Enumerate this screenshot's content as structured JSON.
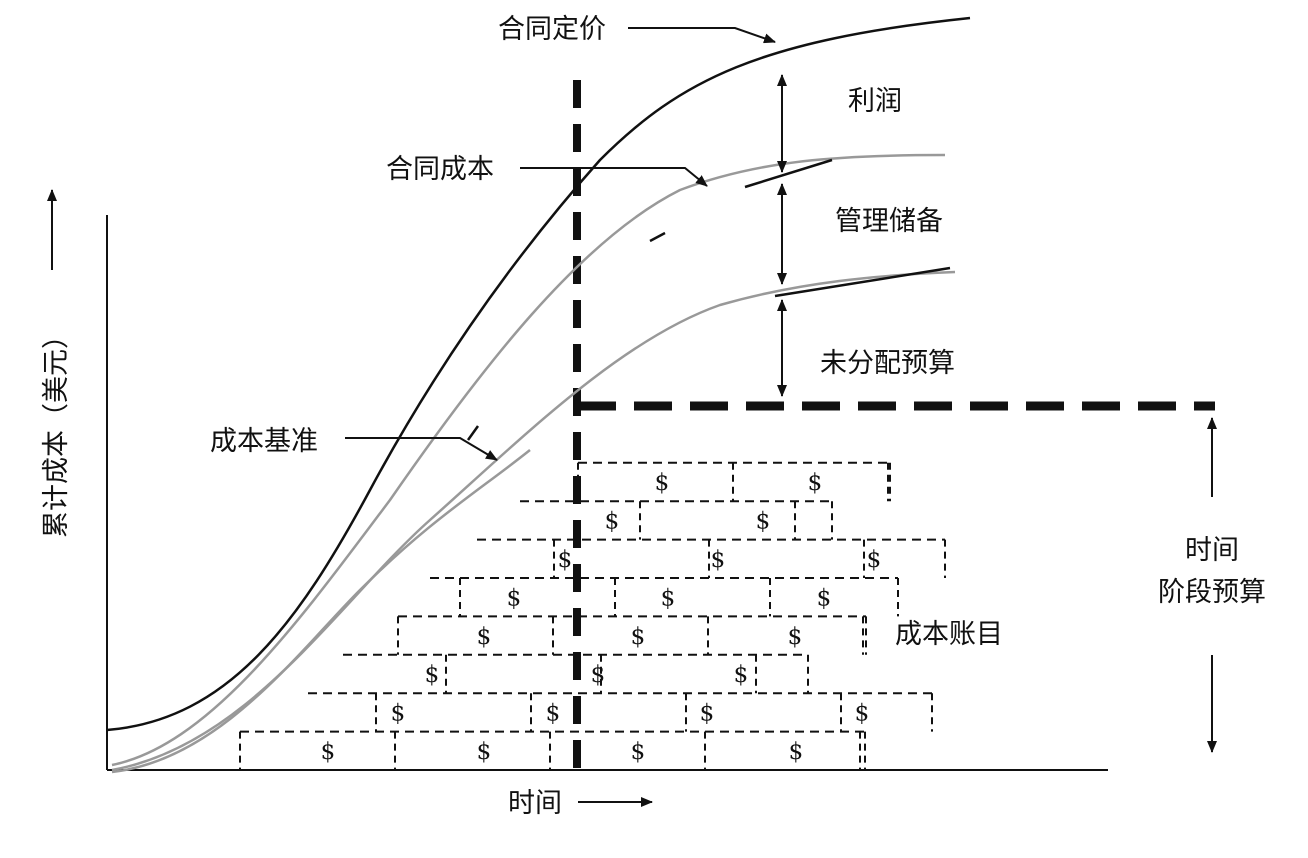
{
  "labels": {
    "contract_price": "合同定价",
    "contract_cost": "合同成本",
    "profit": "利润",
    "management_reserve": "管理储备",
    "undistributed_budget": "未分配预算",
    "cost_baseline": "成本基准",
    "cost_accounts": "成本账目",
    "time_phased_line1": "时间",
    "time_phased_line2": "阶段预算",
    "x_axis": "时间",
    "y_axis": "累计成本（美元）"
  },
  "cost_account_symbol": "$",
  "colors": {
    "ink": "#111111",
    "baseline_gray": "#999999"
  }
}
